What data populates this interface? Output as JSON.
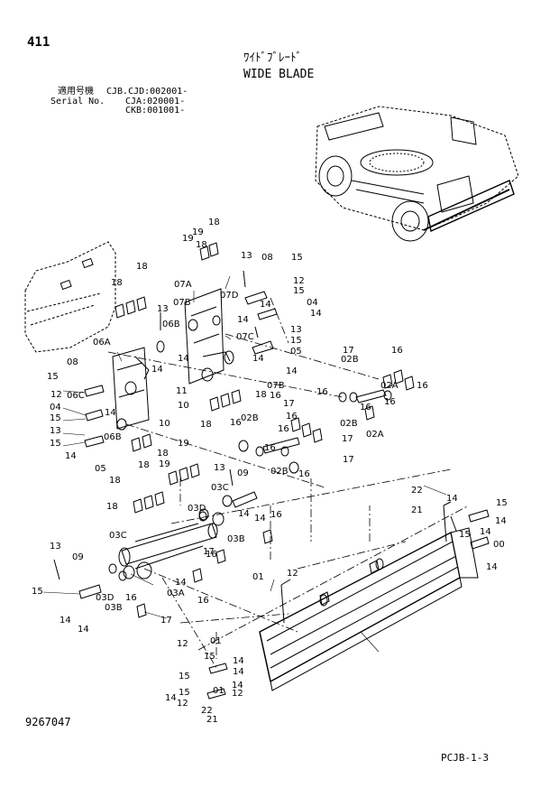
{
  "header": {
    "page_number": "411",
    "title_jp": "ﾜｲﾄﾞﾌﾞﾚｰﾄﾞ",
    "title_en": "WIDE BLADE",
    "serial": {
      "label_jp": "適用号機",
      "label_en": "Serial No.",
      "values": [
        "CJB.CJD:002001-",
        "CJA:020001-",
        "CKB:001001-"
      ]
    }
  },
  "footer": {
    "doc_number": "9267047",
    "page_code": "PCJB-1-3"
  },
  "callouts": [
    "19",
    "18",
    "19",
    "18",
    "18",
    "18",
    "13",
    "08",
    "15",
    "12",
    "15",
    "04",
    "14",
    "14",
    "14",
    "07A",
    "07D",
    "07B",
    "13",
    "06B",
    "07C",
    "13",
    "15",
    "05",
    "14",
    "14",
    "06A",
    "14",
    "07B",
    "08",
    "15",
    "12",
    "06C",
    "04",
    "15",
    "14",
    "13",
    "11",
    "10",
    "14",
    "15",
    "06B",
    "14",
    "05",
    "10",
    "18",
    "18",
    "18",
    "19",
    "18",
    "19",
    "18",
    "18",
    "16",
    "16",
    "02B",
    "17",
    "17",
    "16",
    "16",
    "02B",
    "16",
    "02A",
    "16",
    "17",
    "02B",
    "16",
    "02A",
    "16",
    "17",
    "16",
    "16",
    "02B",
    "16",
    "13",
    "09",
    "03C",
    "14",
    "14",
    "16",
    "03D",
    "03B",
    "03C",
    "17",
    "16",
    "22",
    "21",
    "13",
    "09",
    "15",
    "14",
    "14",
    "03D",
    "03B",
    "16",
    "17",
    "16",
    "14",
    "03A",
    "12",
    "01",
    "15",
    "14",
    "14",
    "15",
    "12",
    "01",
    "14",
    "12",
    "15",
    "14",
    "22",
    "21",
    "01",
    "12",
    "14",
    "15",
    "15",
    "14",
    "14",
    "14",
    "00"
  ]
}
